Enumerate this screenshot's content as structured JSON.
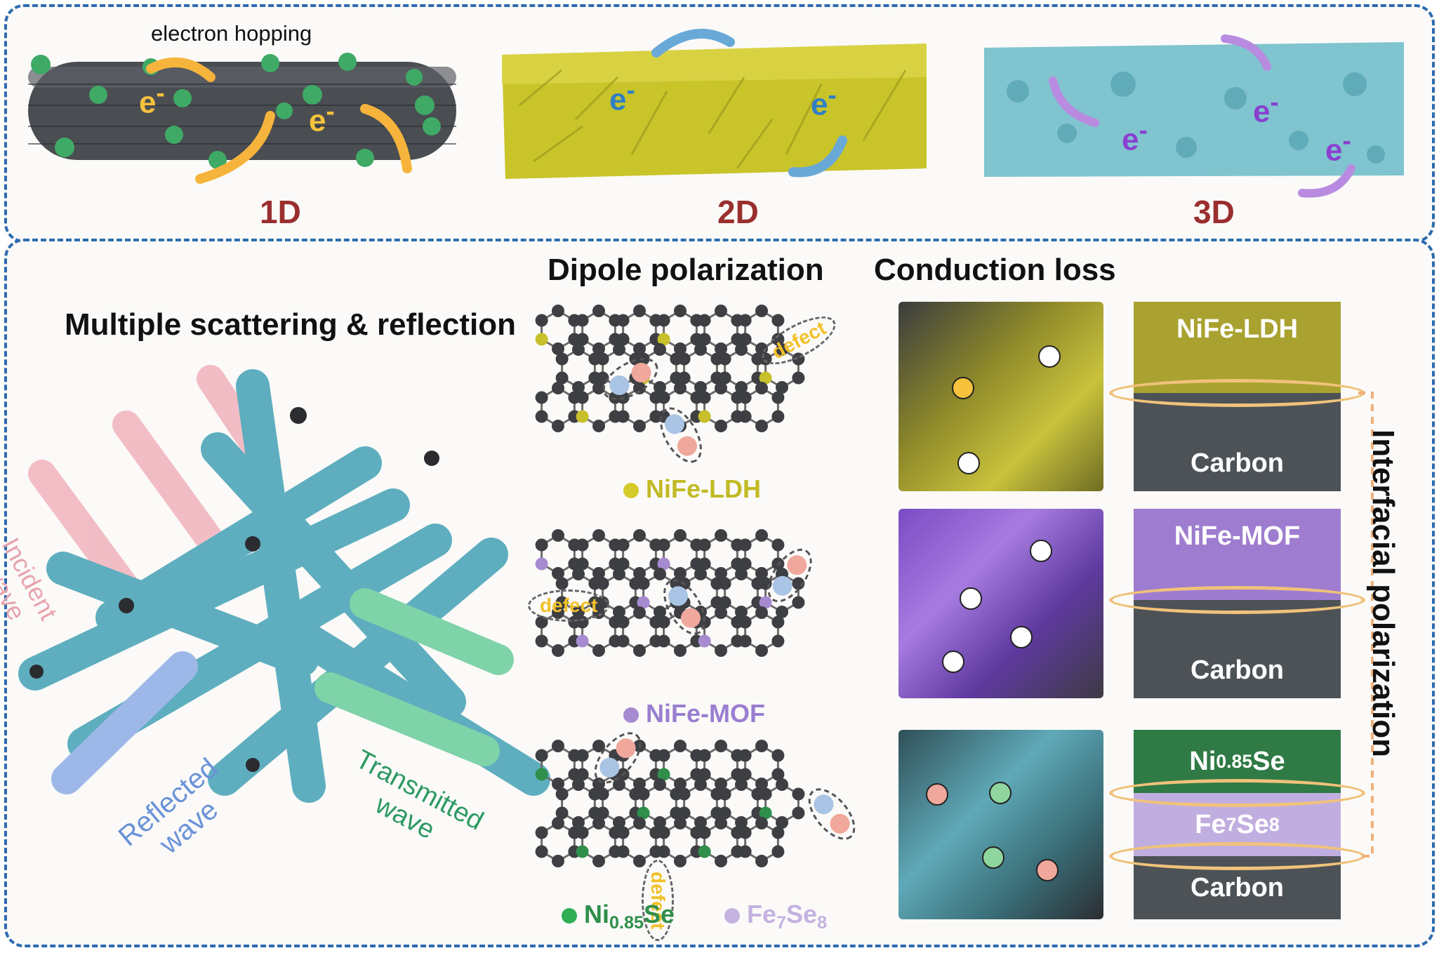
{
  "top": {
    "electron_hopping": "electron hopping",
    "electron_label": "e",
    "dims": [
      "1D",
      "2D",
      "3D"
    ]
  },
  "bottom": {
    "scatter_title": "Multiple scattering & reflection",
    "dipole_title": "Dipole polarization",
    "conduction_title": "Conduction loss",
    "interfacial_title": "Interfacial polarization",
    "waves": {
      "incident": [
        "Incident",
        "wave"
      ],
      "reflected": [
        "Reflected",
        "wave"
      ],
      "transmitted": [
        "Transmitted",
        "wave"
      ]
    },
    "defect": "defect",
    "legends": {
      "ldh": "NiFe-LDH",
      "mof": "NiFe-MOF",
      "ni_base": "Ni",
      "ni_sub": "0.85",
      "ni_tail": "Se",
      "fe_base": "Fe",
      "fe_sub1": "7",
      "fe_mid": "Se",
      "fe_sub2": "8"
    },
    "stacks": {
      "ldh": "NiFe-LDH",
      "mof": "NiFe-MOF",
      "carbon": "Carbon",
      "ni_base": "Ni",
      "ni_sub": "0.85",
      "ni_tail": "Se",
      "fe_base": "Fe",
      "fe_sub1": "7",
      "fe_mid": "Se",
      "fe_sub2": "8"
    }
  },
  "colors": {
    "frame": "#2c6bb0",
    "dim_label": "#9a2f2f",
    "ldh": "#c7c02a",
    "mof": "#a78bd0",
    "ni_se": "#2f8f4a",
    "fe_se": "#c4b2e0",
    "carbon": "#4d5257",
    "arrow_yellow": "#f6b43c",
    "arrow_blue": "#69a9d8",
    "arrow_purple": "#b88be0",
    "fiber": "#66b6c4",
    "incident": "#f2b6c0",
    "reflected": "#9db8e8",
    "transmitted": "#7fd3a8"
  }
}
